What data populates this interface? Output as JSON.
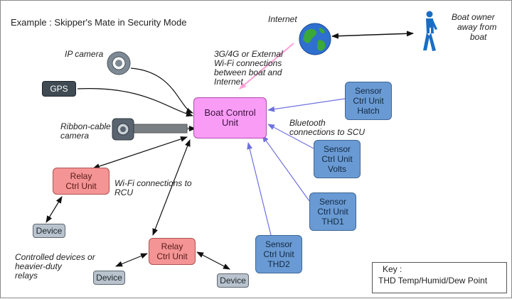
{
  "title": "Example : Skipper's Mate in Security Mode",
  "labels": {
    "internet": "Internet",
    "boat_owner": [
      "Boat owner",
      "away from",
      "boat"
    ],
    "ip_camera": "IP camera",
    "ribbon_camera": [
      "Ribbon-cable",
      "camera"
    ],
    "connections_3g": [
      "3G/4G or External",
      "Wi-Fi connections",
      "between boat and",
      "Internet"
    ],
    "bluetooth": [
      "Bluetooth",
      "connections to SCU"
    ],
    "wifi_rcu": [
      "Wi-Fi connections to",
      "RCU"
    ],
    "controlled_devices": [
      "Controlled devices or",
      "heavier-duty",
      "relays"
    ]
  },
  "nodes": {
    "gps": "GPS",
    "bcu": [
      "Boat Control",
      "Unit"
    ],
    "sensor_hatch": [
      "Sensor",
      "Ctrl Unit",
      "Hatch"
    ],
    "sensor_volts": [
      "Sensor",
      "Ctrl Unit",
      "Volts"
    ],
    "sensor_thd1": [
      "Sensor",
      "Ctrl Unit",
      "THD1"
    ],
    "sensor_thd2": [
      "Sensor",
      "Ctrl Unit",
      "THD2"
    ],
    "relay_1": [
      "Relay",
      "Ctrl Unit"
    ],
    "relay_2": [
      "Relay",
      "Ctrl Unit"
    ],
    "device_1": "Device",
    "device_2": "Device",
    "device_3": "Device"
  },
  "key": {
    "heading": "Key :",
    "entry": "THD  Temp/Humid/Dew Point"
  },
  "colors": {
    "bcu": "#f89cf6",
    "sensor": "#6a9ad3",
    "relay": "#f49494",
    "device": "#b9c3cd",
    "gps": "#3f4a53",
    "bluetooth_arrow": "#7070e0",
    "internet_arrow": "#ff9fd6",
    "owner_figure": "#1a6dc4"
  },
  "icons": {
    "globe": "globe-icon",
    "person": "walking-person-icon",
    "ip_camera": "ip-camera-icon",
    "ribbon_camera": "ribbon-camera-icon"
  }
}
